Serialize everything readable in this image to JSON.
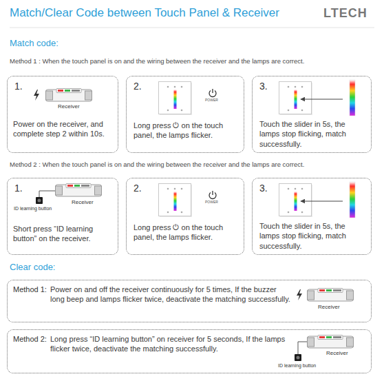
{
  "diagram": {
    "title": "Match/Clear Code between Touch Panel & Receiver",
    "nodes": [
      {
        "text": [
          "1.",
          "Power on the receiver, and complete step 2 within 10s."
        ]
      },
      {
        "text": [
          "2.",
          "Long press ⏻ on the touch panel, the lamps flicker."
        ]
      },
      {
        "text": [
          "3.",
          "Touch the slider in 5s, the lamps stop flicking, match successfully."
        ]
      },
      {
        "text": [
          "1.",
          "Short press “ID learning button” on the receiver."
        ]
      },
      {
        "text": [
          "2.",
          "Long press ⏻ on the touch panel, the lamps flicker."
        ]
      },
      {
        "text": [
          "3.",
          "Touch the slider in 5s, the lamps stop flicking, match successfully."
        ]
      },
      {
        "text": [
          "Method 1:",
          "Power on and off the receiver continuously for 5 times, If the buzzer long beep and lamps flicker twice, deactivate the matching successfully."
        ]
      },
      {
        "text": [
          "Method 2:",
          "Long press “ID learning button” on receiver for 5 seconds, If the lamps flicker twice, deactivate the matching successfully."
        ]
      }
    ],
    "labels": [
      "LTECH",
      "Match code:",
      "Method 1 : When the touch panel is on and the wiring between the receiver and the lamps are correct.",
      "Receiver",
      "POWER",
      "Method 2 : When the touch panel is on and the wiring between the receiver and the lamps are correct.",
      "Receiver",
      "ID learning button",
      "POWER",
      "Clear code:",
      "Receiver",
      "Receiver",
      "ID learning button"
    ]
  }
}
